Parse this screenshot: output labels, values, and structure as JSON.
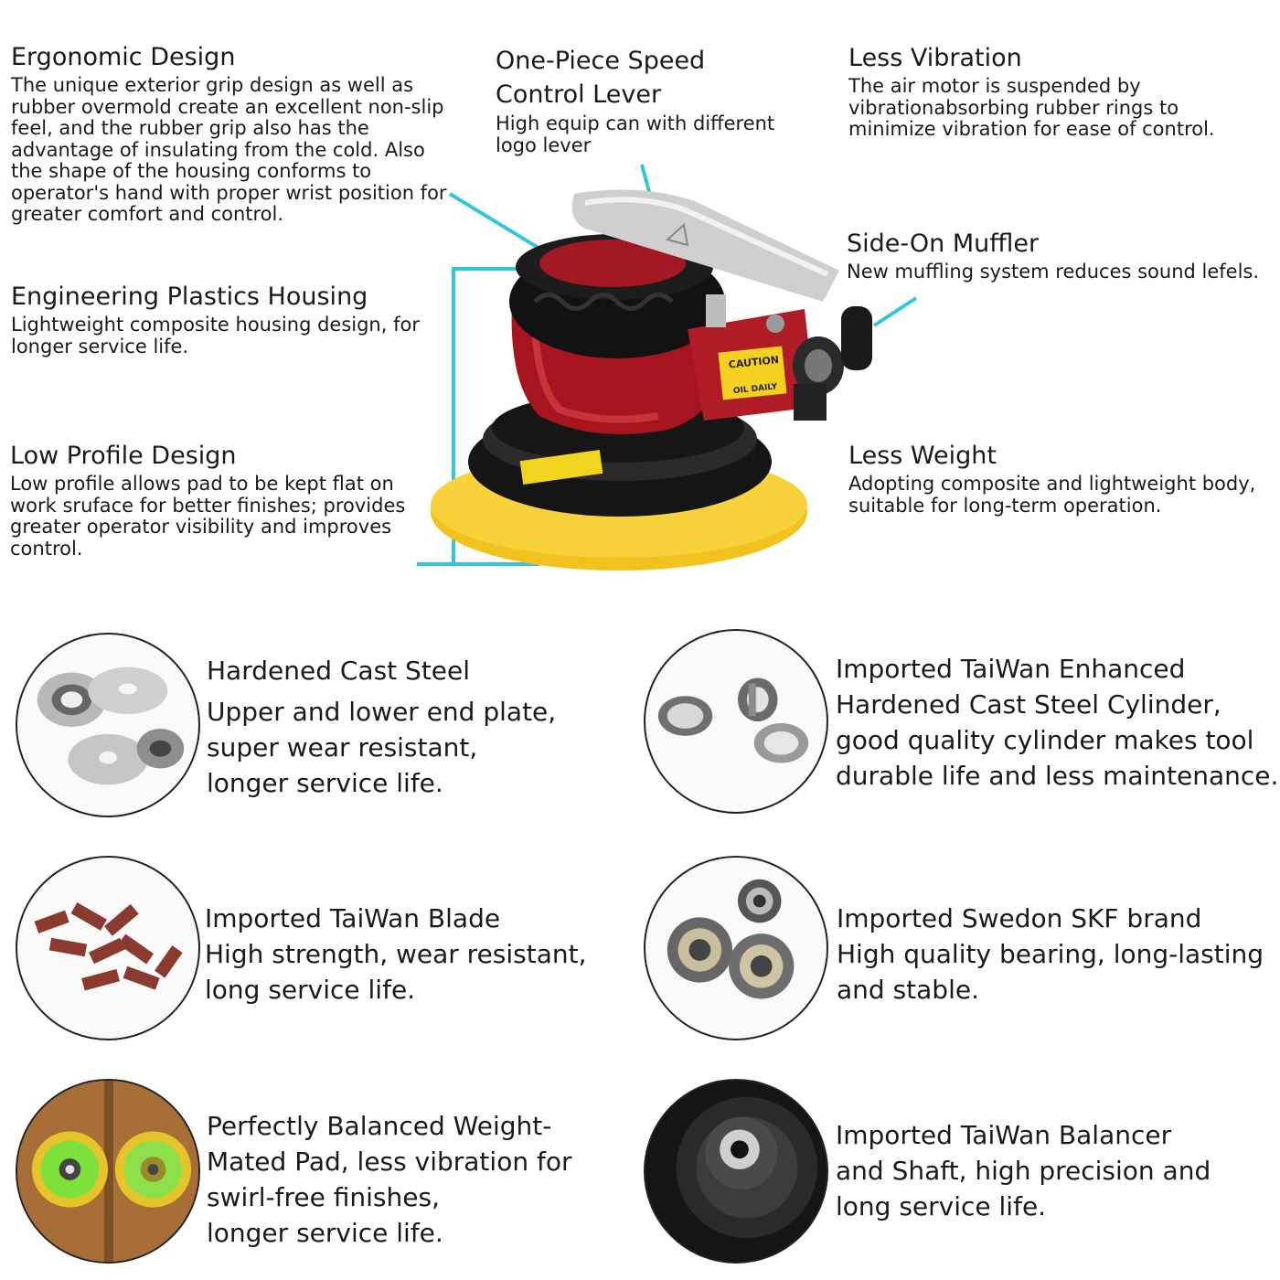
{
  "features": {
    "ergonomic": {
      "title": "Ergonomic Design",
      "desc": "The unique exterior grip design as well as rubber overmold create an excellent non-slip feel, and the rubber grip also has the advantage of insulating from the cold. Also the shape of the housing conforms to operator's hand with proper wrist position for greater comfort and control."
    },
    "speed_lever": {
      "title_line1": "One-Piece Speed",
      "title_line2": "Control Lever",
      "desc": "High equip can with different logo lever"
    },
    "less_vibration": {
      "title": "Less Vibration",
      "desc": "The air motor is suspended by vibrationabsorbing rubber rings to minimize vibration for ease of control."
    },
    "housing": {
      "title": "Engineering Plastics Housing",
      "desc": "Lightweight composite housing design, for longer service life."
    },
    "muffler": {
      "title": "Side-On Muffler",
      "desc": "New muffling system reduces sound lefels."
    },
    "low_profile": {
      "title": "Low Profile Design",
      "desc": "Low profile allows pad to be kept flat on work sruface for better finishes; provides greater operator visibility and improves control."
    },
    "less_weight": {
      "title": "Less Weight",
      "desc": "Adopting composite and lightweight body, suitable for long-term operation."
    }
  },
  "tool_labels": {
    "caution": "CAUTION",
    "oil_daily": "OIL DAILY"
  },
  "components": [
    {
      "title": "Hardened Cast Steel",
      "lines": [
        "Upper and lower end plate,",
        "super wear resistant,",
        "longer service life."
      ]
    },
    {
      "title": "Imported TaiWan Enhanced",
      "lines": [
        "Hardened Cast Steel Cylinder,",
        "good quality cylinder makes tool",
        "durable life and less maintenance."
      ]
    },
    {
      "title": "Imported TaiWan Blade",
      "lines": [
        "High strength, wear resistant,",
        "long service life."
      ]
    },
    {
      "title": "Imported Swedon SKF brand",
      "lines": [
        "High quality bearing, long-lasting",
        "and stable."
      ]
    },
    {
      "title": "Perfectly Balanced Weight-",
      "lines": [
        "Mated Pad, less vibration for",
        "swirl-free finishes,",
        "longer service life."
      ]
    },
    {
      "title": "Imported TaiWan Balancer",
      "lines": [
        "and Shaft, high precision and",
        "long service life."
      ]
    }
  ],
  "colors": {
    "accent_line": "#35c6dd",
    "tool_red": "#b01c26",
    "pad_yellow": "#f2c31e",
    "text": "#1a1a1a"
  }
}
